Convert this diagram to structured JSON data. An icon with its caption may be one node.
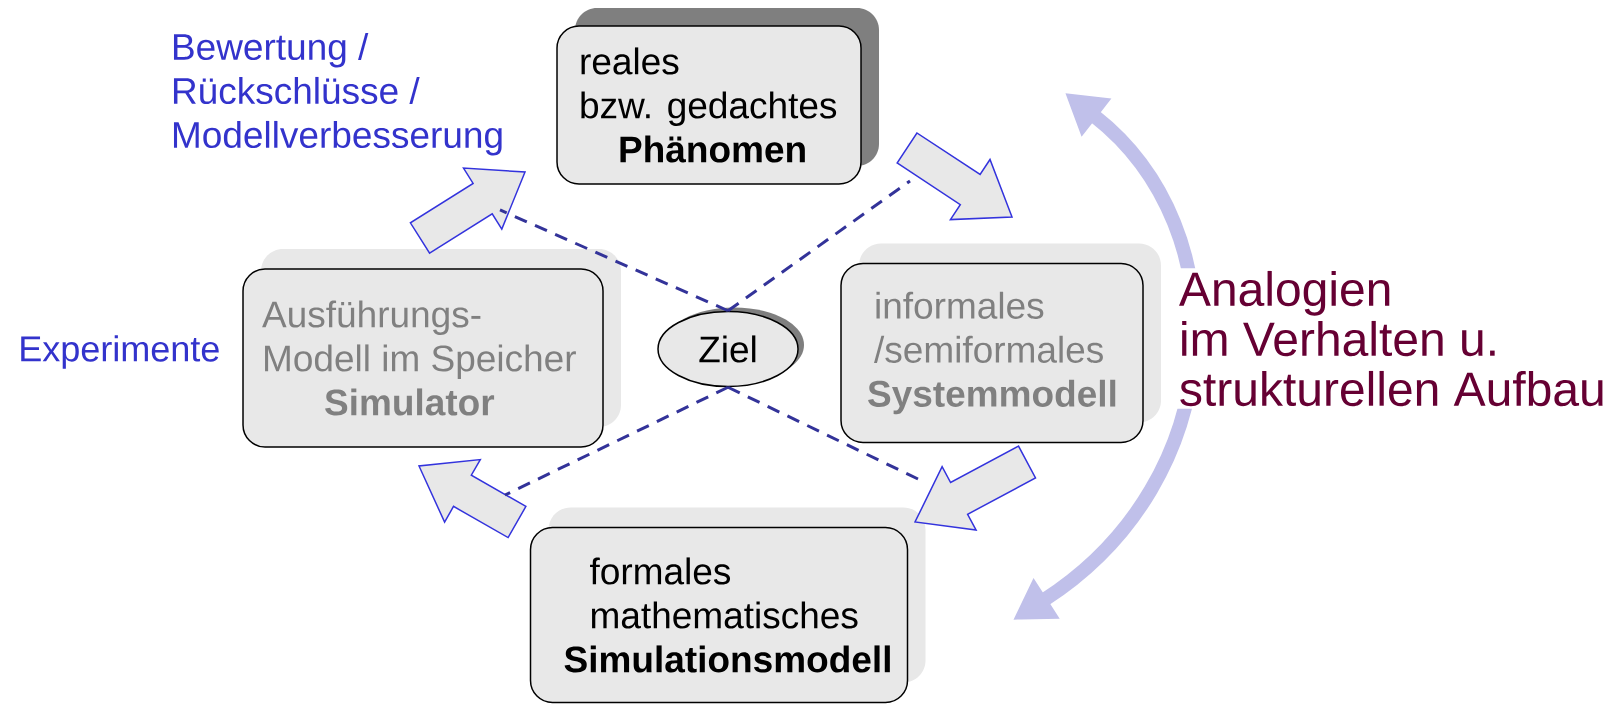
{
  "diagram": {
    "nodes": [
      {
        "text": [
          "reales bzw. gedachtes",
          "Phänomen"
        ]
      },
      {
        "text": [
          "informales /semiformales",
          "Systemmodell"
        ]
      },
      {
        "text": [
          "formales mathematisches",
          "Simulationsmodell"
        ]
      },
      {
        "text": [
          "Ausführungs- Modell im Speicher",
          "Simulator"
        ]
      },
      {
        "text": [
          "Ziel"
        ]
      }
    ],
    "edges": [
      {
        "from": 0,
        "to": 1,
        "arrow": "to"
      },
      {
        "from": 1,
        "to": 2,
        "arrow": "to"
      },
      {
        "from": 2,
        "to": 3,
        "arrow": "to"
      },
      {
        "from": 3,
        "to": 0,
        "arrow": "to",
        "label": "Bewertung / Rückschlüsse / Modellverbesserung"
      },
      {
        "from": 4,
        "to": null,
        "arrow": "none",
        "style": "dashed",
        "color": "#333399"
      },
      {
        "from": 4,
        "to": null,
        "arrow": "none",
        "style": "dashed",
        "color": "#333399"
      },
      {
        "from": 4,
        "to": null,
        "arrow": "none",
        "style": "dashed",
        "color": "#333399"
      },
      {
        "from": 4,
        "to": null,
        "arrow": "none",
        "style": "dashed",
        "color": "#333399"
      }
    ],
    "labels": [
      "Experimente",
      "Analogien im Verhalten u. strukturellen Aufbau"
    ]
  }
}
